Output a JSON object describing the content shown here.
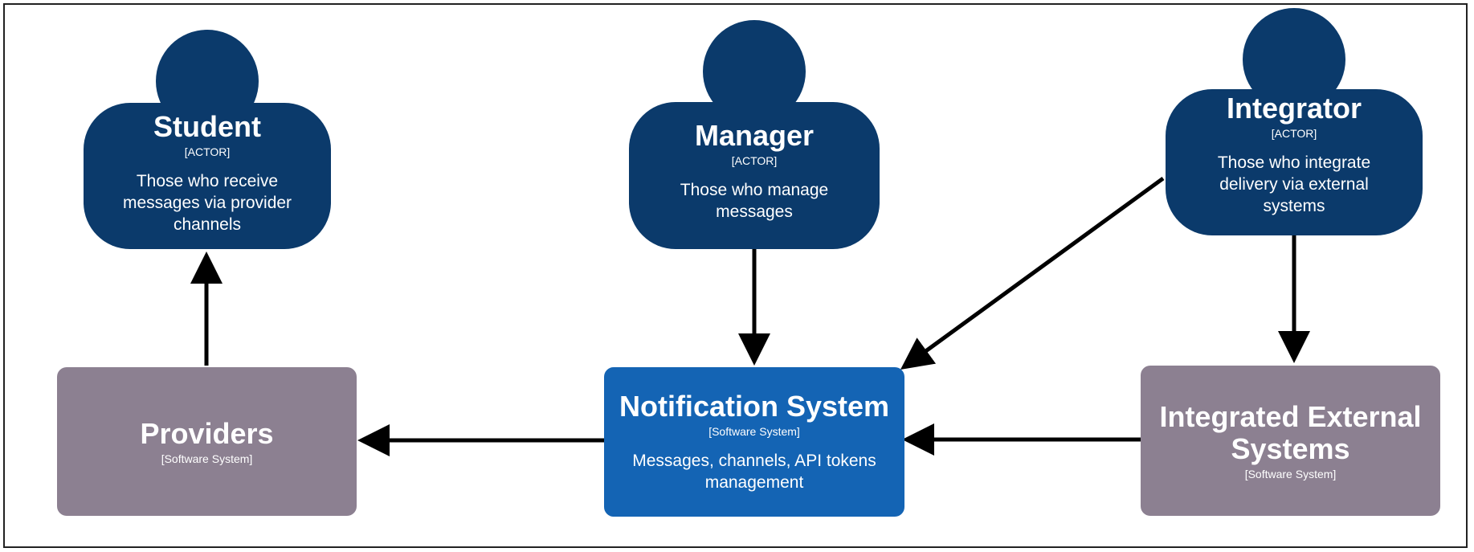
{
  "colors": {
    "person": "#0b3a6b",
    "focus_system": "#1464b4",
    "external_system": "#8c8091",
    "arrow": "#000000",
    "text": "#ffffff"
  },
  "actors": {
    "student": {
      "name": "Student",
      "tag": "[ACTOR]",
      "description": "Those who receive messages via provider channels"
    },
    "manager": {
      "name": "Manager",
      "tag": "[ACTOR]",
      "description": "Those who manage messages"
    },
    "integrator": {
      "name": "Integrator",
      "tag": "[ACTOR]",
      "description": "Those who integrate delivery via external systems"
    }
  },
  "systems": {
    "providers": {
      "name": "Providers",
      "tag": "[Software System]"
    },
    "notification": {
      "name": "Notification System",
      "tag": "[Software System]",
      "description": "Messages, channels, API tokens management"
    },
    "external": {
      "name": "Integrated External Systems",
      "tag": "[Software System]"
    }
  },
  "relationships": [
    {
      "from": "providers",
      "to": "student"
    },
    {
      "from": "manager",
      "to": "notification"
    },
    {
      "from": "integrator",
      "to": "notification"
    },
    {
      "from": "integrator",
      "to": "external"
    },
    {
      "from": "notification",
      "to": "providers"
    },
    {
      "from": "external",
      "to": "notification"
    }
  ]
}
